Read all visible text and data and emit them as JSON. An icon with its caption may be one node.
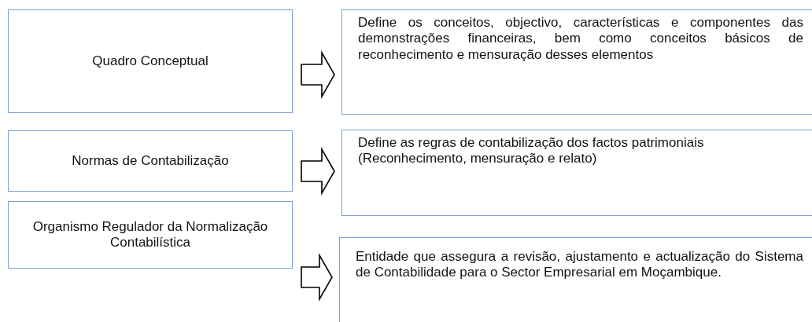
{
  "diagram": {
    "nodes": [
      {
        "text": [
          "Quadro Conceptual"
        ]
      },
      {
        "text": [
          "Define os conceitos, objectivo, características e componentes das demonstrações financeiras, bem como conceitos básicos de reconhecimento e mensuração desses elementos"
        ]
      },
      {
        "text": [
          "Normas de Contabilização"
        ]
      },
      {
        "text": [
          "Define as regras de contabilização dos factos patrimoniais",
          "(Reconhecimento, mensuração e relato)"
        ]
      },
      {
        "text": [
          "Organismo Regulador da Normalização Contabilística"
        ]
      },
      {
        "text": [
          "Entidade que assegura a revisão, ajustamento e actualização do Sistema de Contabilidade para o Sector Empresarial em Moçambique."
        ]
      }
    ],
    "edges": [
      {
        "from": 0,
        "to": 1,
        "arrow": "to"
      },
      {
        "from": 2,
        "to": 3,
        "arrow": "to"
      },
      {
        "from": 4,
        "to": 5,
        "arrow": "to"
      }
    ]
  }
}
